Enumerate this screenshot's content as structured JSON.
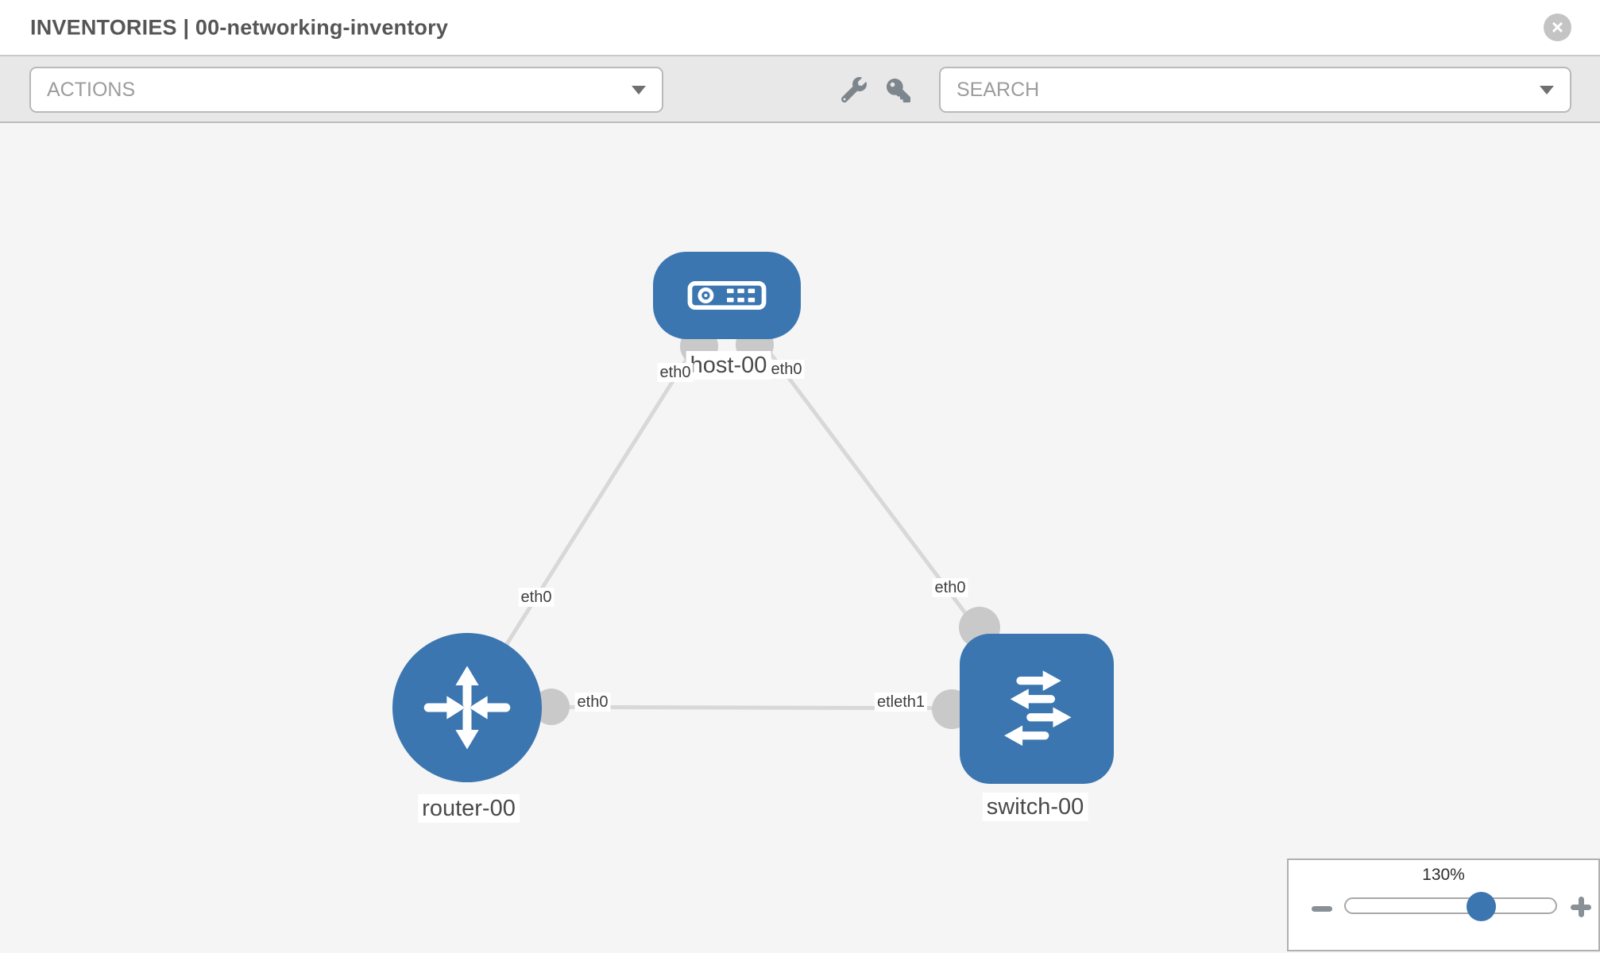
{
  "header": {
    "title": "INVENTORIES | 00-networking-inventory",
    "close_glyph": "×"
  },
  "toolbar": {
    "actions": {
      "label": "ACTIONS"
    },
    "search": {
      "label": "SEARCH"
    }
  },
  "topology": {
    "nodes": [
      {
        "name": "host-00",
        "type": "host"
      },
      {
        "name": "router-00",
        "type": "router"
      },
      {
        "name": "switch-00",
        "type": "switch"
      }
    ],
    "links": [
      {
        "from": "host-00",
        "to": "router-00"
      },
      {
        "from": "host-00",
        "to": "switch-00"
      },
      {
        "from": "router-00",
        "to": "switch-00"
      }
    ],
    "interface_labels": [
      {
        "text": "eth0",
        "position": "host-bottom-left"
      },
      {
        "text": "eth0",
        "position": "host-bottom-right"
      },
      {
        "text": "eth0",
        "position": "router-top"
      },
      {
        "text": "eth0",
        "position": "switch-top"
      },
      {
        "text": "eth0",
        "position": "router-right"
      },
      {
        "text": "etleth1",
        "position": "switch-left"
      }
    ]
  },
  "zoom_control": {
    "level": "130%"
  },
  "colors": {
    "node_blue": "#3b76b1",
    "link_grey": "#d8d8d8",
    "connector_grey": "#c9c9c9",
    "toolbar_bg": "#e8e8e8",
    "canvas_bg": "#f5f5f5"
  }
}
